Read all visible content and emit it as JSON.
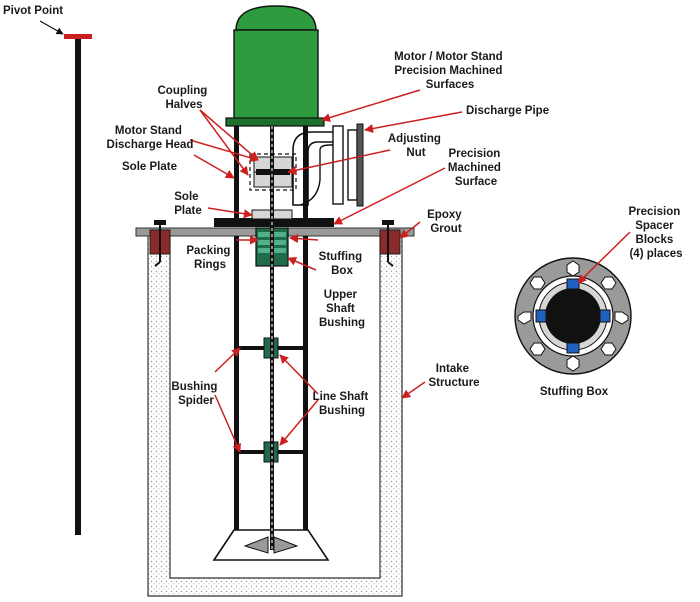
{
  "labels": {
    "pivot_point": "Pivot Point",
    "motor_stand_surfaces": [
      "Motor / Motor Stand",
      "Precision Machined",
      "Surfaces"
    ],
    "coupling_halves": [
      "Coupling",
      "Halves"
    ],
    "discharge_pipe": "Discharge Pipe",
    "motor_stand_discharge_head": [
      "Motor Stand",
      "Discharge Head"
    ],
    "adjusting_nut": [
      "Adjusting",
      "Nut"
    ],
    "sole_plate_upper": "Sole Plate",
    "precision_machined_surface": [
      "Precision",
      "Machined",
      "Surface"
    ],
    "sole_plate_lower": [
      "Sole",
      "Plate"
    ],
    "epoxy_grout": [
      "Epoxy",
      "Grout"
    ],
    "packing_rings": [
      "Packing",
      "Rings"
    ],
    "stuffing_box": [
      "Stuffing",
      "Box"
    ],
    "upper_shaft_bushing": [
      "Upper",
      "Shaft",
      "Bushing"
    ],
    "precision_spacer_blocks": [
      "Precision",
      "Spacer",
      "Blocks",
      "(4) places"
    ],
    "intake_structure": [
      "Intake",
      "Structure"
    ],
    "bushing_spider": [
      "Bushing",
      "Spider"
    ],
    "line_shaft_bushing": [
      "Line Shaft",
      "Bushing"
    ],
    "stuffing_box_detail": "Stuffing Box"
  },
  "colors": {
    "motor_green": "#2e9b3e",
    "arrow_red": "#cc1f1f",
    "grout_red": "#8b2a2a",
    "bushing_green": "#1f6b4a",
    "spacer_blue": "#2060c0",
    "steel_dark": "#1a1a1a",
    "gray": "#9a9a9a"
  }
}
